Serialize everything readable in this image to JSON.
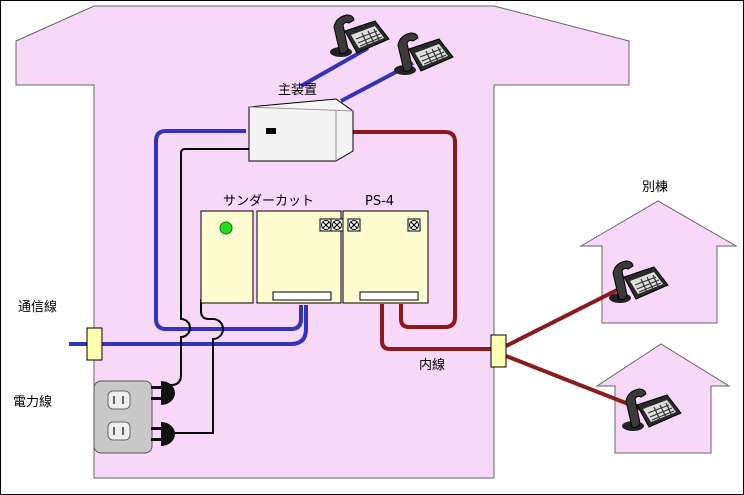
{
  "labels": {
    "main_unit": "主装置",
    "thunder_cut": "サンダーカット",
    "ps4": "PS-4",
    "separate_building": "別棟",
    "comm_line": "通信線",
    "power_line": "電力線",
    "extension": "内線"
  },
  "colors": {
    "house_fill": "#f8d8f8",
    "blue_line": "#3333bb",
    "red_line": "#8b1a1a",
    "black_line": "#000000",
    "unit_fill": "#fdfbd0",
    "connector_fill": "#ffffb0",
    "led": "#22dd22",
    "outlet_fill": "#c8c8c8",
    "main_unit_fill": "#f4f4f4"
  },
  "icons": {
    "phone": "telephone-icon",
    "plug": "power-plug-icon",
    "outlet": "wall-outlet-icon",
    "screw": "screw-terminal-icon"
  }
}
